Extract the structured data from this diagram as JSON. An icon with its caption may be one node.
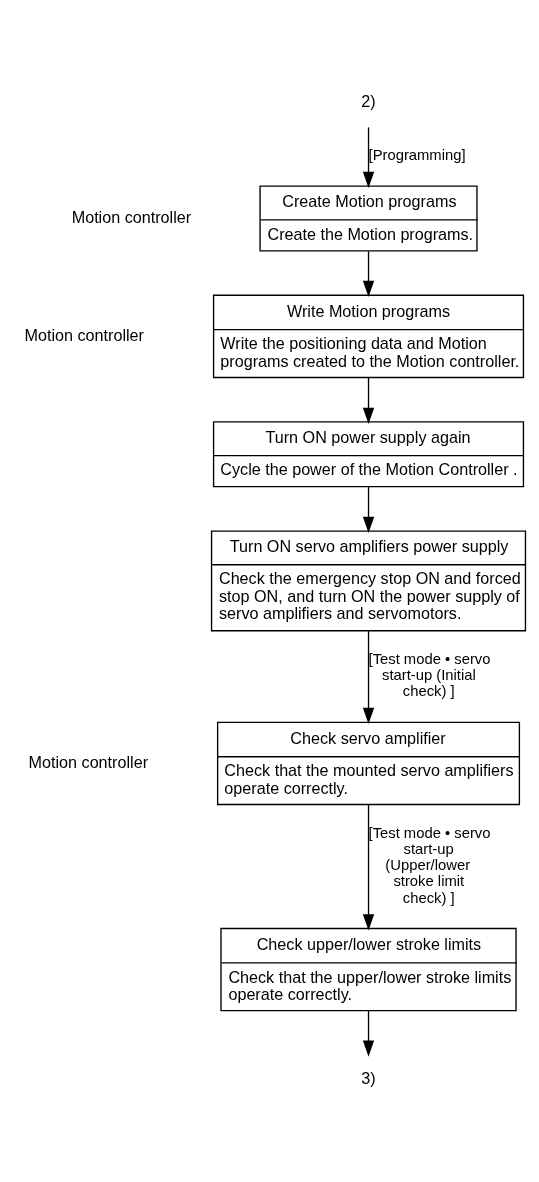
{
  "diagram": {
    "nodes": [
      {
        "text": [
          "2)"
        ]
      },
      {
        "text": [
          "Create Motion programs",
          "Create the Motion programs."
        ]
      },
      {
        "text": [
          "Write Motion programs",
          "Write the positioning data and Motion programs created to the Motion controller."
        ]
      },
      {
        "text": [
          "Turn ON power supply again",
          "Cycle the power of the Motion Controller ."
        ]
      },
      {
        "text": [
          "Turn ON servo amplifiers power supply",
          "Check the emergency stop ON and forced stop ON, and turn ON the power supply of servo amplifiers and servomotors."
        ]
      },
      {
        "text": [
          "Check servo amplifier",
          "Check that the mounted servo amplifiers operate correctly."
        ]
      },
      {
        "text": [
          "Check upper/lower stroke limits",
          "Check that the upper/lower stroke limits operate correctly."
        ]
      },
      {
        "text": [
          "3)"
        ]
      }
    ],
    "edges": [
      {
        "from": 0,
        "to": 1,
        "arrow": "to",
        "label": "[Programming]"
      },
      {
        "from": 1,
        "to": 2,
        "arrow": "to"
      },
      {
        "from": 2,
        "to": 3,
        "arrow": "to"
      },
      {
        "from": 3,
        "to": 4,
        "arrow": "to"
      },
      {
        "from": 4,
        "to": 5,
        "arrow": "to",
        "label": "[Test mode • servo start-up (Initial check) ]"
      },
      {
        "from": 5,
        "to": 6,
        "arrow": "to",
        "label": "[Test mode • servo start-up (Upper/lower stroke limit check) ]"
      },
      {
        "from": 6,
        "to": 7,
        "arrow": "to"
      }
    ],
    "labels": [
      "Motion controller",
      "Motion controller",
      "Motion controller"
    ]
  }
}
